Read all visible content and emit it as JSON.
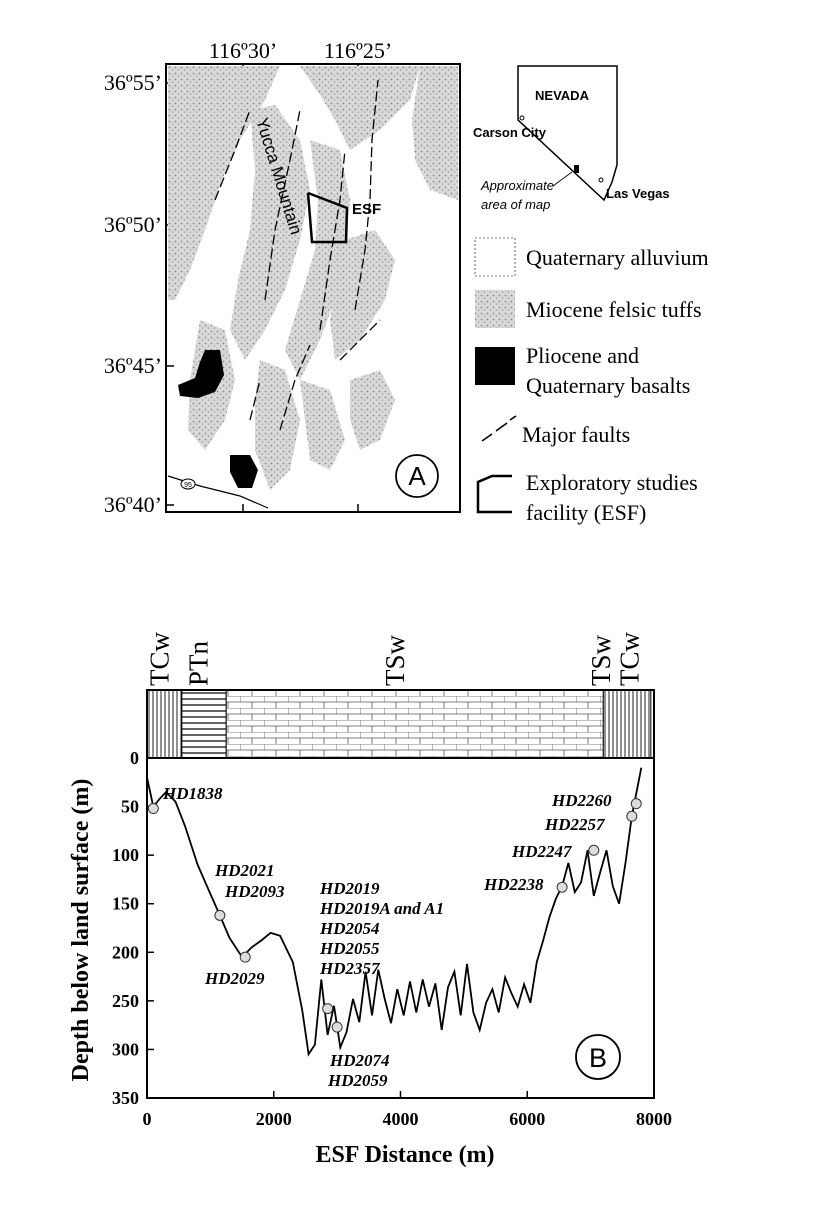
{
  "panel_a": {
    "label": "A",
    "lon_labels": [
      "116º30’",
      "116º25’"
    ],
    "lat_labels": [
      "36º55’",
      "36º50’",
      "36º45’",
      "36º40’"
    ],
    "map_labels": {
      "mountain": "Yucca Mountain",
      "esf": "ESF",
      "highway": "95"
    },
    "inset": {
      "state": "NEVADA",
      "city1": "Carson City",
      "city2": "Las Vegas",
      "area_note_line1": "Approximate",
      "area_note_line2": "area of map"
    },
    "legend": [
      {
        "line1": "Quaternary alluvium",
        "line2": ""
      },
      {
        "line1": "Miocene felsic tuffs",
        "line2": ""
      },
      {
        "line1": "Pliocene and",
        "line2": "Quaternary basalts"
      },
      {
        "line1": "Major faults",
        "line2": ""
      },
      {
        "line1": "Exploratory studies",
        "line2": "facility (ESF)"
      }
    ]
  },
  "panel_b": {
    "label": "B",
    "units": [
      {
        "name": "TCw",
        "from": 0,
        "to": 550
      },
      {
        "name": "PTn",
        "from": 550,
        "to": 1250
      },
      {
        "name": "TSw",
        "from": 1250,
        "to": 7200
      },
      {
        "name": "TCw",
        "from": 7200,
        "to": 7950
      }
    ],
    "unit_labels": [
      {
        "name": "TCw",
        "at": 180
      },
      {
        "name": "PTn",
        "at": 800
      },
      {
        "name": "TSw",
        "at": 3900
      },
      {
        "name": "TSw",
        "at": 7150
      },
      {
        "name": "TCw",
        "at": 7600
      }
    ],
    "sample_labels": [
      {
        "text": "HD1838"
      },
      {
        "text": "HD2021"
      },
      {
        "text": "HD2093"
      },
      {
        "text": "HD2019"
      },
      {
        "text": "HD2019A and A1"
      },
      {
        "text": "HD2054"
      },
      {
        "text": "HD2055"
      },
      {
        "text": "HD2357"
      },
      {
        "text": "HD2029"
      },
      {
        "text": "HD2074"
      },
      {
        "text": "HD2059"
      },
      {
        "text": "HD2260"
      },
      {
        "text": "HD2257"
      },
      {
        "text": "HD2247"
      },
      {
        "text": "HD2238"
      }
    ]
  },
  "chart_data": {
    "type": "line",
    "title": "",
    "xlabel": "ESF Distance (m)",
    "ylabel": "Depth below land surface (m)",
    "xlim": [
      0,
      8000
    ],
    "ylim": [
      0,
      350
    ],
    "y_inverted": true,
    "xticks": [
      0,
      2000,
      4000,
      6000,
      8000
    ],
    "yticks": [
      0,
      50,
      100,
      150,
      200,
      250,
      300,
      350
    ],
    "series": [
      {
        "x": [
          0,
          100,
          200,
          300,
          450,
          600,
          800,
          1000,
          1150,
          1300,
          1500,
          1650,
          1800,
          1950,
          2100,
          2300,
          2450,
          2550,
          2650,
          2750,
          2850,
          2950,
          3050,
          3150,
          3250,
          3350,
          3450,
          3550,
          3650,
          3750,
          3850,
          3950,
          4050,
          4150,
          4250,
          4350,
          4450,
          4550,
          4650,
          4750,
          4850,
          4950,
          5050,
          5150,
          5250,
          5350,
          5450,
          5550,
          5650,
          5750,
          5850,
          5950,
          6050,
          6150,
          6250,
          6350,
          6450,
          6550,
          6650,
          6750,
          6850,
          6950,
          7050,
          7150,
          7250,
          7350,
          7450,
          7550,
          7650,
          7800
        ],
        "y": [
          20,
          50,
          42,
          35,
          45,
          70,
          110,
          140,
          162,
          185,
          205,
          195,
          188,
          180,
          183,
          210,
          260,
          305,
          295,
          228,
          285,
          255,
          298,
          282,
          248,
          272,
          220,
          265,
          218,
          248,
          273,
          238,
          265,
          230,
          262,
          228,
          256,
          232,
          280,
          236,
          220,
          265,
          212,
          262,
          280,
          252,
          238,
          262,
          226,
          242,
          256,
          233,
          252,
          210,
          188,
          164,
          145,
          132,
          108,
          138,
          128,
          95,
          142,
          118,
          95,
          132,
          150,
          108,
          60,
          10
        ]
      }
    ],
    "sample_points": [
      {
        "label": "HD1838",
        "x": 100,
        "y": 52
      },
      {
        "label": "HD2021 / HD2093",
        "x": 1150,
        "y": 162
      },
      {
        "label": "HD2029",
        "x": 1550,
        "y": 205
      },
      {
        "label": "HD2019 / HD2019A and A1 / HD2054 / HD2055 / HD2357",
        "x": 2850,
        "y": 258
      },
      {
        "label": "HD2074 / HD2059",
        "x": 3000,
        "y": 277
      },
      {
        "label": "HD2238",
        "x": 6550,
        "y": 133
      },
      {
        "label": "HD2247",
        "x": 7050,
        "y": 95
      },
      {
        "label": "HD2257",
        "x": 7650,
        "y": 60
      },
      {
        "label": "HD2260",
        "x": 7720,
        "y": 47
      }
    ]
  }
}
